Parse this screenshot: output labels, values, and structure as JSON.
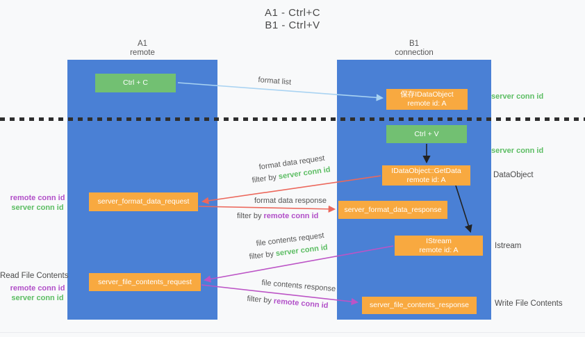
{
  "title": {
    "line1": "A1 - Ctrl+C",
    "line2": "B1 - Ctrl+V"
  },
  "columns": {
    "left": {
      "name": "A1",
      "subtitle": "remote"
    },
    "right": {
      "name": "B1",
      "subtitle": "connection"
    }
  },
  "nodes": {
    "ctrl_c": {
      "label": "Ctrl + C"
    },
    "save_idataobject": {
      "line1": "保存IDataObject",
      "line2": "remote id: A"
    },
    "ctrl_v": {
      "label": "Ctrl + V"
    },
    "getdata": {
      "line1": "IDataObject::GetData",
      "line2": "remote id: A"
    },
    "format_request": {
      "label": "server_format_data_request"
    },
    "format_response": {
      "label": "server_format_data_response"
    },
    "istream": {
      "line1": "IStream",
      "line2": "remote id: A"
    },
    "file_request": {
      "label": "server_file_contents_request"
    },
    "file_response": {
      "label": "server_file_contents_response"
    }
  },
  "arrows": {
    "format_list": {
      "label": "format list"
    },
    "format_data_request": {
      "label": "format data request",
      "filter_prefix": "filter by ",
      "filter_value": "server conn id"
    },
    "format_data_response": {
      "label": "format data response",
      "filter_prefix": "filter by ",
      "filter_value": "remote conn id"
    },
    "file_contents_request": {
      "label": "file contents request",
      "filter_prefix": "filter by ",
      "filter_value": "server conn id"
    },
    "file_contents_response": {
      "label": "file contents response",
      "filter_prefix": "filter by ",
      "filter_value": "remote conn id"
    }
  },
  "side_labels": {
    "server_conn_id_top": "server conn id",
    "server_conn_id_mid": "server conn id",
    "dataobject": "DataObject",
    "istream": "Istream",
    "write_file_contents": "Write File Contents",
    "read_file_contents": "Read File Contents",
    "left_mid": {
      "remote": "remote conn id",
      "server": "server conn id"
    },
    "left_bottom": {
      "remote": "remote conn id",
      "server": "server conn id"
    }
  },
  "colors": {
    "background": "#f8f9fa",
    "column_blue": "#4a80d5",
    "box_green": "#72c072",
    "box_orange": "#f8a940",
    "text_green": "#5cbd63",
    "text_purple": "#b14fc8",
    "arrow_blue": "#a9d3f2",
    "arrow_red": "#ec685c",
    "arrow_magenta": "#bc54c6",
    "arrow_black": "#222222",
    "text_dark": "#4a4a4a"
  }
}
